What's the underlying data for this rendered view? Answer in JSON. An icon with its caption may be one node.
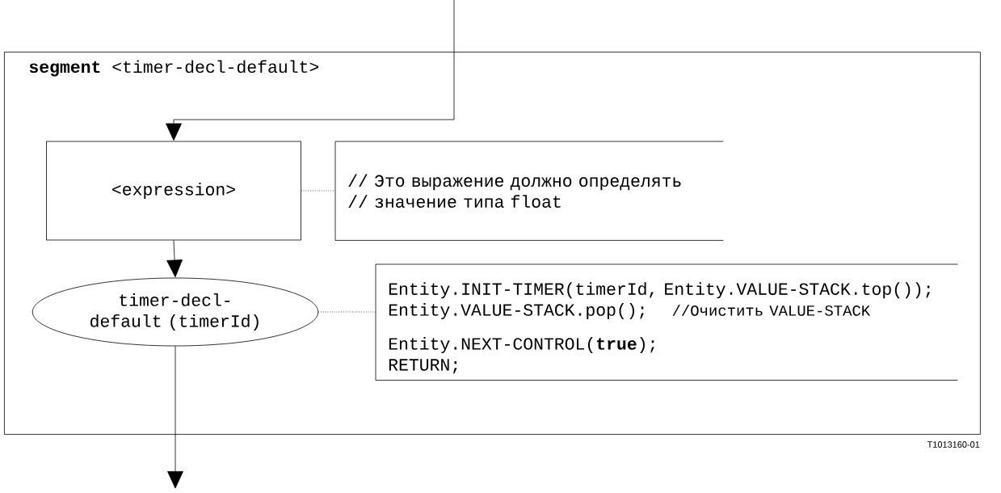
{
  "diagram": {
    "nodes": [
      {
        "text": [
          "**segment** <timer-decl-default>"
        ]
      },
      {
        "text": [
          "<expression>"
        ],
        "in": 0
      },
      {
        "text": [
          "// Это выражение должно определять // значение типа float"
        ],
        "in": 0
      },
      {
        "text": [
          "timer-decl-default (timerId)"
        ],
        "in": 0
      },
      {
        "text": [
          "Entity.INIT-TIMER(timerId, Entity.VALUE-STACK.top());",
          "Entity.VALUE-STACK.pop();",
          "//Очистить VALUE-STACK",
          "Entity.NEXT-CONTROL(**true**);",
          "RETURN;"
        ],
        "in": 0
      }
    ],
    "edges": [
      {
        "from": null,
        "to": 1,
        "arrow": "to"
      },
      {
        "from": 1,
        "to": 2,
        "arrow": "none",
        "style": "dashed"
      },
      {
        "from": 1,
        "to": 3,
        "arrow": "to"
      },
      {
        "from": 3,
        "to": 4,
        "arrow": "none",
        "style": "dashed"
      },
      {
        "from": 3,
        "to": null,
        "arrow": "to"
      }
    ],
    "labels": [
      "T1013160-01"
    ]
  }
}
